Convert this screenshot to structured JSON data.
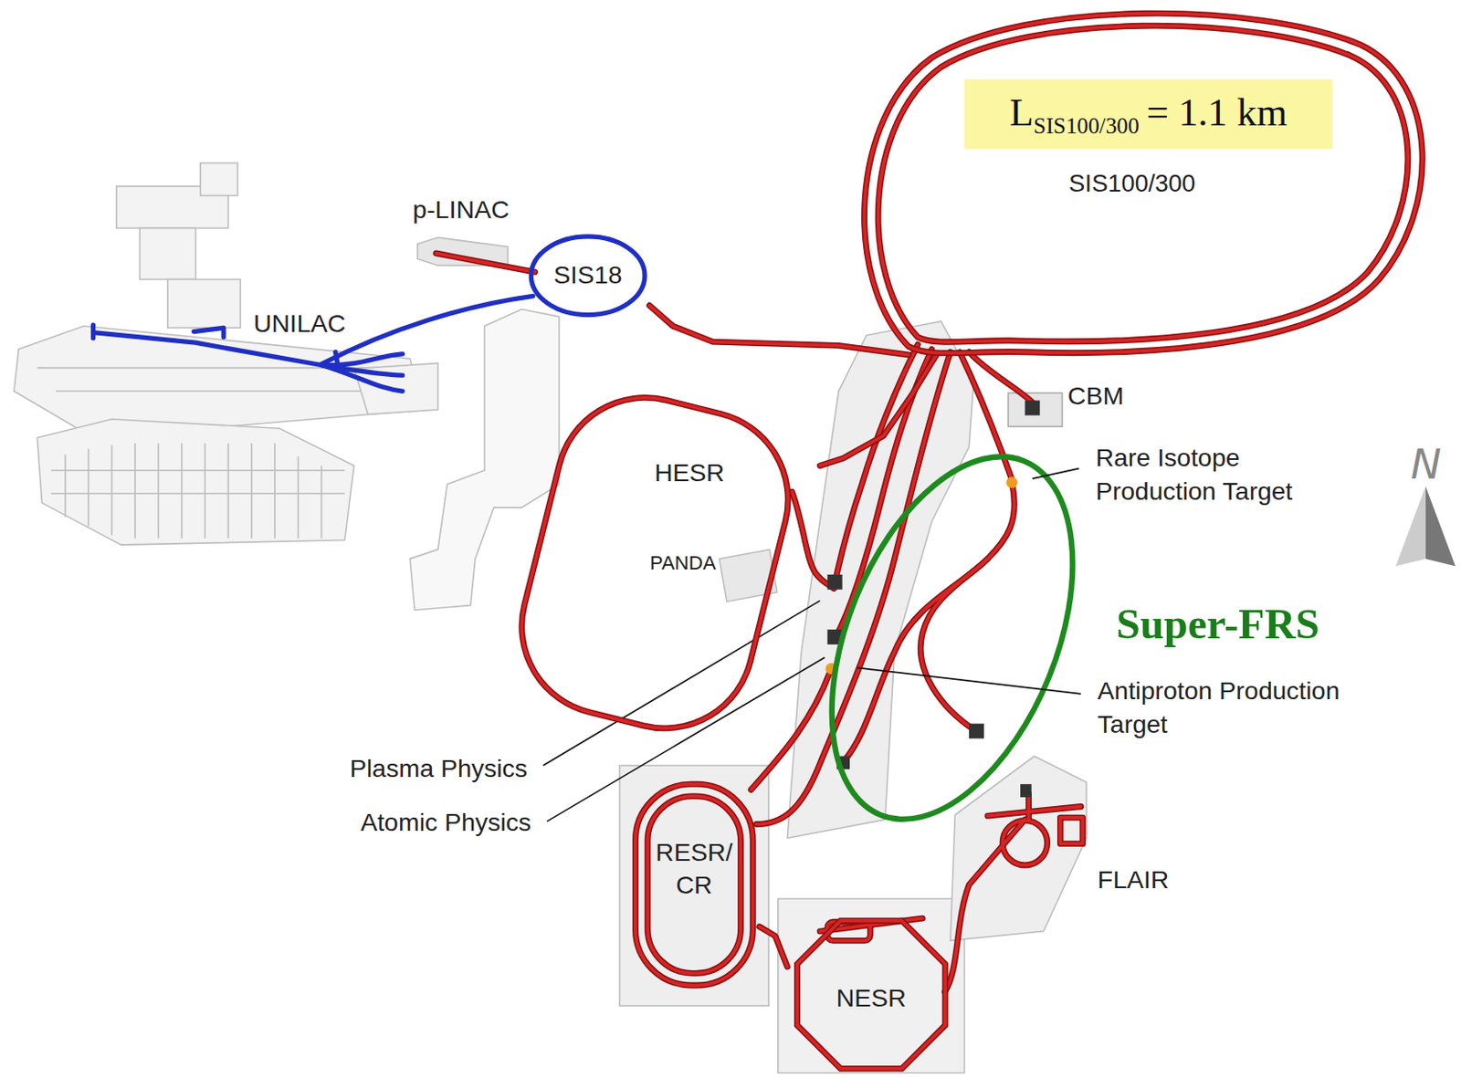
{
  "diagram": {
    "nodes": [
      {
        "text": [
          "SIS100/300"
        ]
      },
      {
        "text": [
          "L",
          "SIS100/300",
          "= 1.1 km"
        ],
        "in": 0
      },
      {
        "text": [
          "SIS18"
        ]
      },
      {
        "text": [
          "HESR"
        ]
      },
      {
        "text": [
          "RESR/ CR"
        ]
      },
      {
        "text": [
          "NESR"
        ]
      }
    ],
    "edges": [
      {
        "from": 2,
        "to": 0,
        "arrow": "none"
      },
      {
        "from": 0,
        "to": 3,
        "arrow": "none"
      },
      {
        "from": 4,
        "to": 5,
        "arrow": "none"
      }
    ],
    "labels": [
      "p-LINAC",
      "UNILAC",
      "PANDA",
      "CBM",
      "Rare Isotope Production Target",
      "Super-FRS",
      "Antiproton Production Target",
      "Plasma Physics",
      "Atomic Physics",
      "FLAIR",
      "N"
    ]
  }
}
